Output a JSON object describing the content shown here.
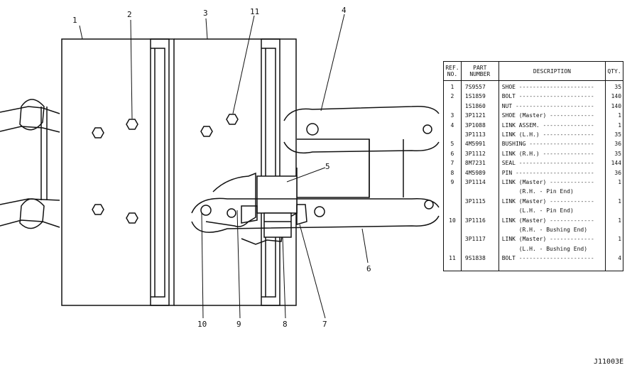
{
  "callouts": [
    "1",
    "2",
    "3",
    "11",
    "4",
    "5",
    "6",
    "7",
    "8",
    "9",
    "10"
  ],
  "table": {
    "headers": {
      "ref": "REF. NO.",
      "part": "PART NUMBER",
      "desc": "DESCRIPTION",
      "qty": "QTY."
    },
    "rows": [
      {
        "ref": "1",
        "part": "7S9557",
        "desc": "SHOE",
        "qty": "35"
      },
      {
        "ref": "2",
        "part": "1S1859",
        "desc": "BOLT",
        "qty": "140"
      },
      {
        "ref": "",
        "part": "1S1860",
        "desc": "NUT",
        "qty": "140"
      },
      {
        "ref": "3",
        "part": "3P1121",
        "desc": "SHOE (Master)",
        "qty": "1"
      },
      {
        "ref": "4",
        "part": "3P1088",
        "desc": "LINK ASSEM.",
        "qty": "1"
      },
      {
        "ref": "",
        "part": "3P1113",
        "desc": "LINK (L.H.)",
        "qty": "35"
      },
      {
        "ref": "5",
        "part": "4M5991",
        "desc": "BUSHING",
        "qty": "36"
      },
      {
        "ref": "6",
        "part": "3P1112",
        "desc": "LINK (R.H.)",
        "qty": "35"
      },
      {
        "ref": "7",
        "part": "8M7231",
        "desc": "SEAL",
        "qty": "144"
      },
      {
        "ref": "8",
        "part": "4M5989",
        "desc": "PIN",
        "qty": "36"
      },
      {
        "ref": "9",
        "part": "3P1114",
        "desc": "LINK (Master)",
        "desc2": "(R.H. - Pin End)",
        "qty": "1"
      },
      {
        "ref": "",
        "part": "3P1115",
        "desc": "LINK (Master)",
        "desc2": "(L.H. - Pin End)",
        "qty": "1"
      },
      {
        "ref": "10",
        "part": "3P1116",
        "desc": "LINK (Master)",
        "desc2": "(R.H. - Bushing End)",
        "qty": "1"
      },
      {
        "ref": "",
        "part": "3P1117",
        "desc": "LINK (Master)",
        "desc2": "(L.H. - Bushing End)",
        "qty": "1"
      },
      {
        "ref": "11",
        "part": "9S1838",
        "desc": "BOLT",
        "qty": "4"
      }
    ]
  },
  "drawing_id": "J11003E"
}
